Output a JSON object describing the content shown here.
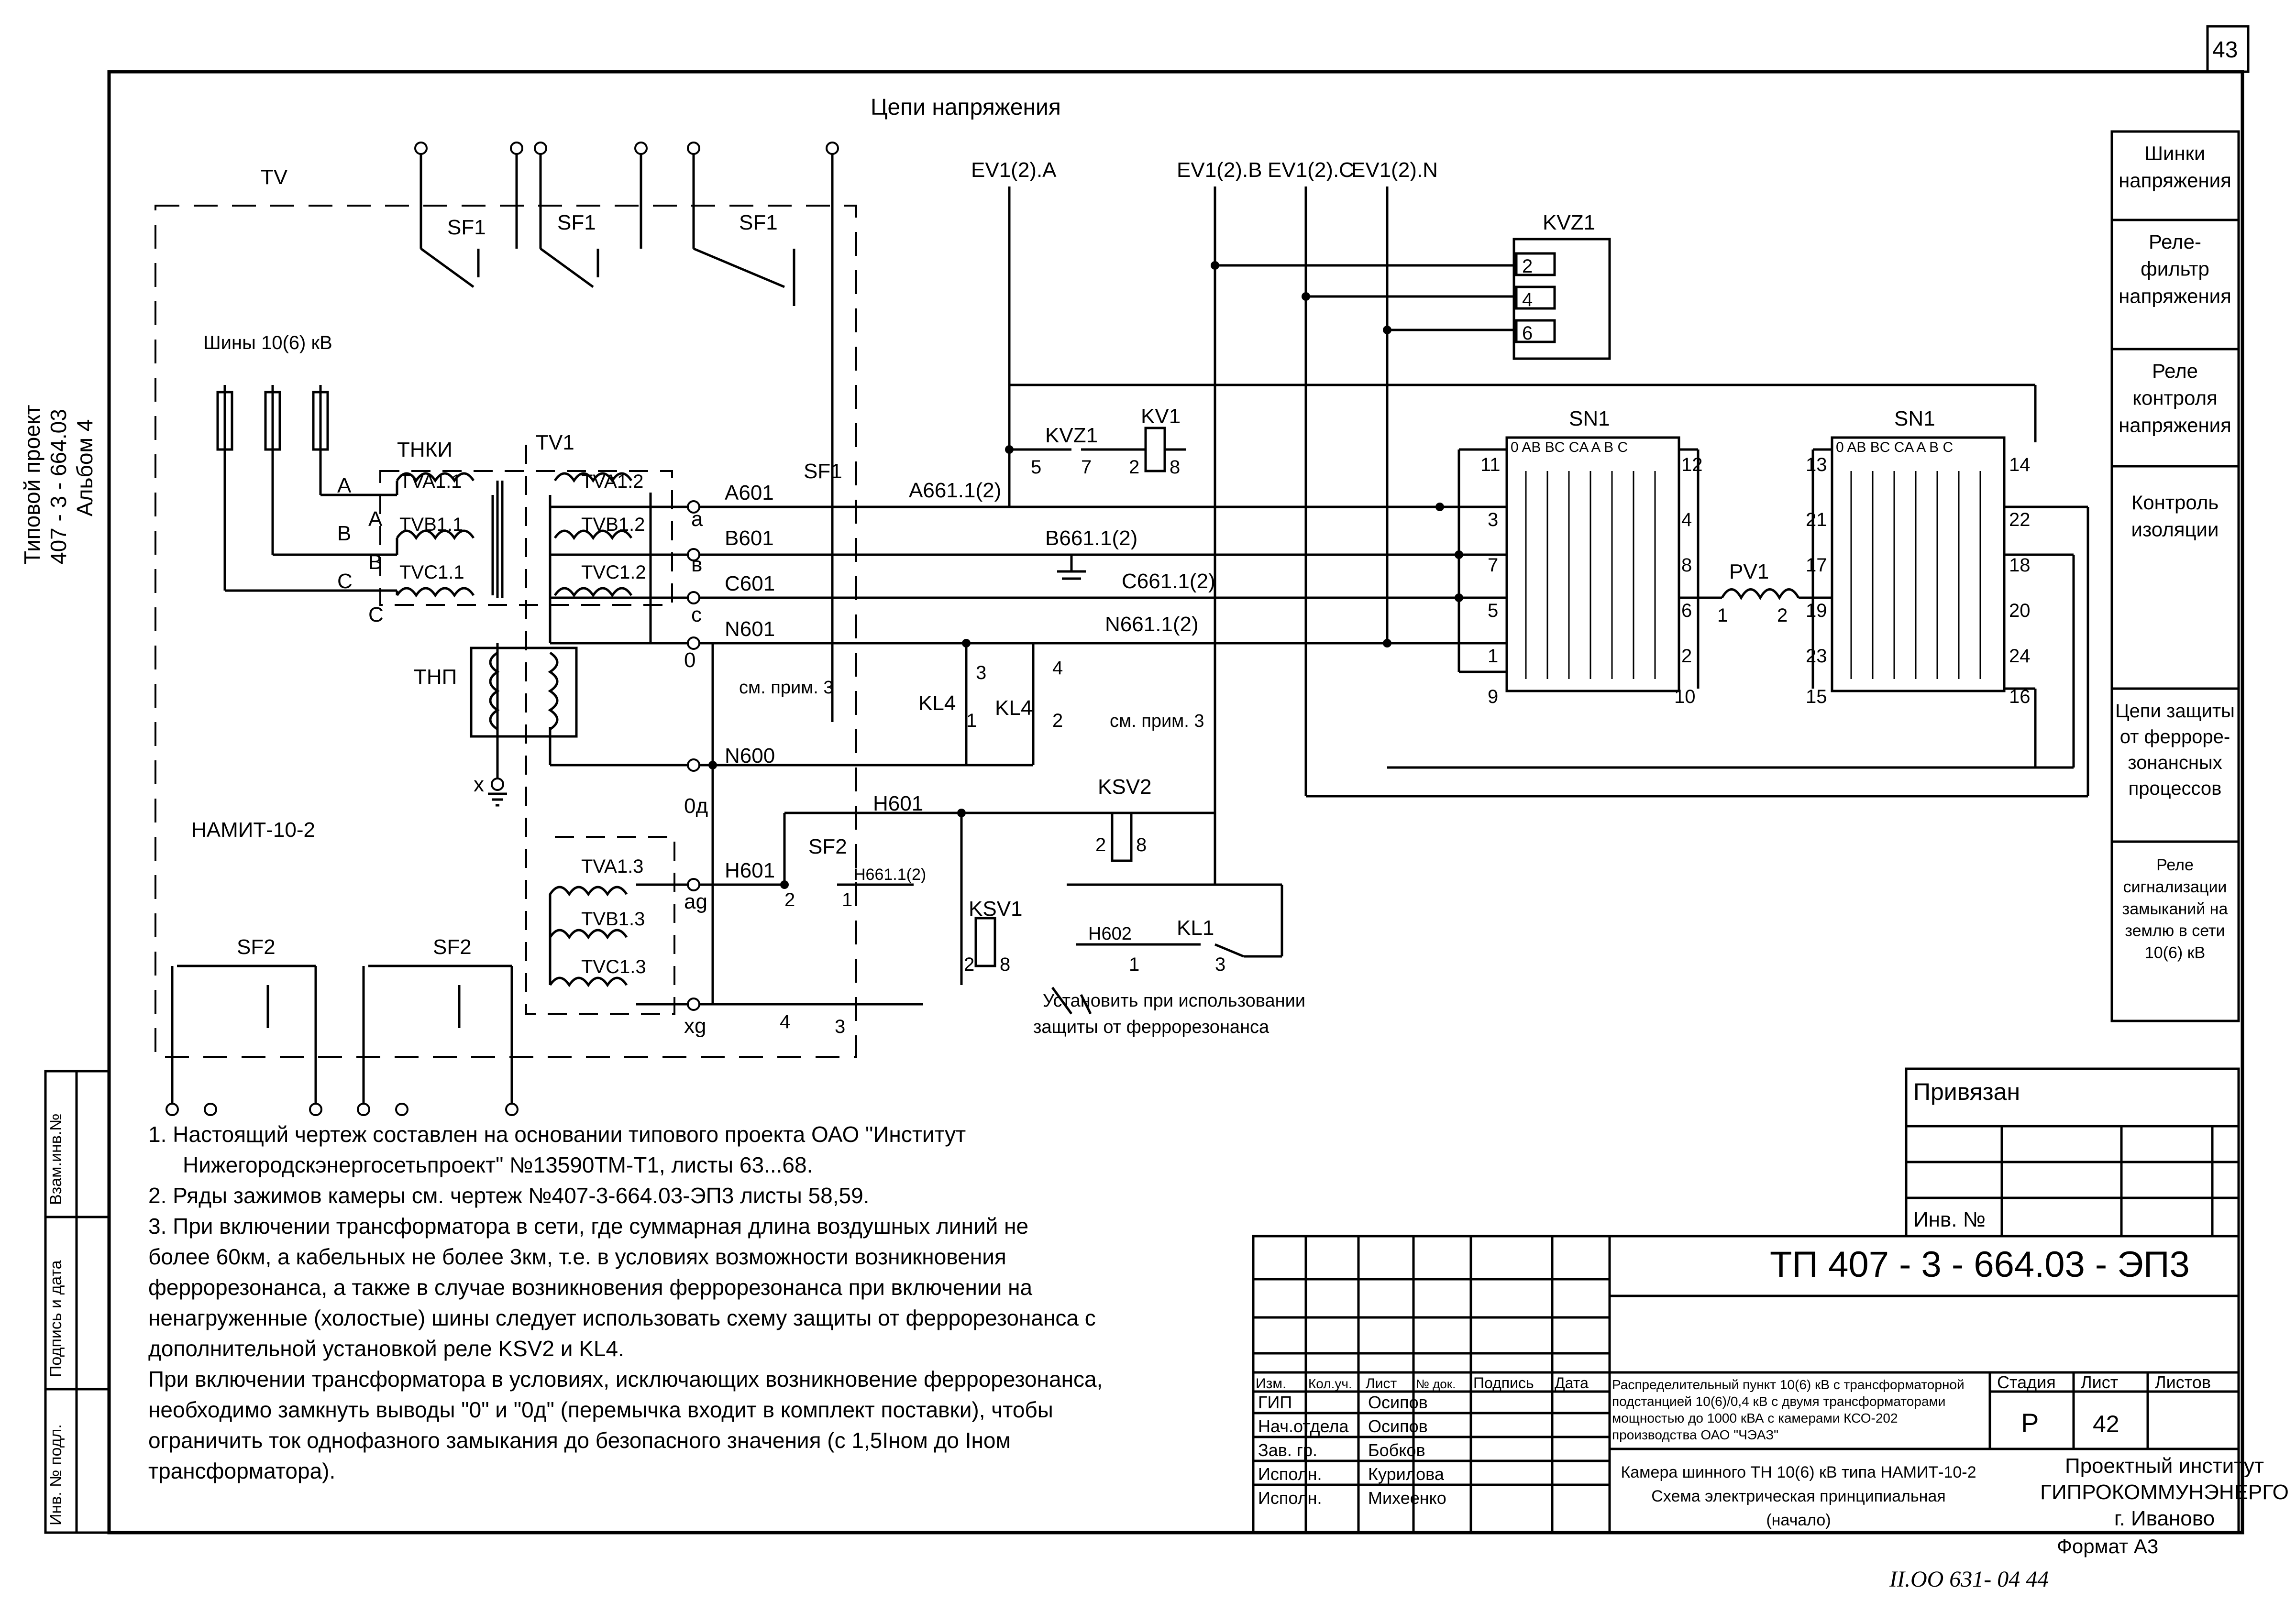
{
  "sheet_number": "43",
  "side": {
    "project_line1": "Типовой проект",
    "project_line2": "407 - 3 - 664.03",
    "project_line3": "Альбом 4",
    "vzam": "Взам.инв.№",
    "podpis": "Подпись и дата",
    "inv_podl": "Инв. № подл."
  },
  "diagram": {
    "title": "Цепи напряжения",
    "labels": {
      "tv": "TV",
      "shiny": "Шины 10(6) кВ",
      "thki": "ТНКИ",
      "tv1": "TV1",
      "thp": "ТНП",
      "namit": "НАМИТ-10-2",
      "sf1": "SF1",
      "sf2": "SF2",
      "tva11": "TVA1.1",
      "tvb11": "TVB1.1",
      "tvc11": "TVC1.1",
      "tva12": "TVA1.2",
      "tvb12": "TVB1.2",
      "tvc12": "TVC1.2",
      "tva13": "TVA1.3",
      "tvb13": "TVB1.3",
      "tvc13": "TVC1.3",
      "a": "A",
      "b": "B",
      "c": "C",
      "a_low": "а",
      "b_low": "в",
      "c_low": "с",
      "zero": "0",
      "zero_d": "0д",
      "ag": "ag",
      "xg": "xg",
      "x": "x",
      "a601": "A601",
      "b601": "B601",
      "c601": "C601",
      "n601": "N601",
      "n600": "N600",
      "h601": "H601",
      "h602": "H602",
      "h6611": "H661.1(2)",
      "a6611": "A661.1(2)",
      "b6611": "B661.1(2)",
      "c6611": "C661.1(2)",
      "n6611": "N661.1(2)",
      "ev1a": "EV1(2).A",
      "ev1b": "EV1(2).B",
      "ev1c": "EV1(2).C",
      "ev1n": "EV1(2).N",
      "kvz1": "KVZ1",
      "kv1": "KV1",
      "sn1": "SN1",
      "pv1": "PV1",
      "kl4": "KL4",
      "kl1": "KL1",
      "ksv1": "KSV1",
      "ksv2": "KSV2",
      "sm_prim": "см. прим. 3",
      "install1": "Установить при использовании",
      "install2": "защиты от феррорезонанса",
      "sn_header": "0  AB BC CA  A  B  C",
      "n2": "2",
      "n4": "4",
      "n6": "6",
      "n5": "5",
      "n7": "7",
      "n8": "8",
      "n1": "1",
      "n3": "3",
      "n11": "11",
      "n12": "12",
      "n9": "9",
      "n10": "10",
      "n13": "13",
      "n14": "14",
      "n15": "15",
      "n16": "16",
      "n17": "17",
      "n18": "18",
      "n19": "19",
      "n20": "20",
      "n21": "21",
      "n22": "22",
      "n23": "23",
      "n24": "24"
    }
  },
  "legend": [
    "Шинки напряжения",
    "Реле-фильтр напряжения",
    "Реле контроля напряжения",
    "Контроль изоляции",
    "Цепи защиты от феррорезонансных процессов",
    "Реле сигнализации замыканий на землю в сети 10(6) кВ"
  ],
  "legend_lines": [
    [
      "Шинки",
      "напряжения"
    ],
    [
      "Реле-",
      "фильтр",
      "напряжения"
    ],
    [
      "Реле",
      "контроля",
      "напряжения"
    ],
    [
      "Контроль",
      "изоляции"
    ],
    [
      "Цепи защиты",
      "от ферроре-",
      "зонансных",
      "процессов"
    ],
    [
      "Реле",
      "сигнализации",
      "замыканий на",
      "землю в сети",
      "10(6) кВ"
    ]
  ],
  "notes": [
    "1.  Настоящий чертеж составлен на основании типового проекта ОАО \"Институт",
    "Нижегородскэнергосетьпроект\"   №13590ТМ-Т1, листы 63...68.",
    "2.  Ряды зажимов камеры см. чертеж №407-3-664.03-ЭП3 листы  58,59.",
    "3.  При включении трансформатора в сети, где суммарная длина воздушных линий не",
    "более 60км, а кабельных не более 3км, т.е. в условиях  возможности возникновения",
    "феррорезонанса, а также в случае возникновения феррорезонанса при включении на",
    "ненагруженные (холостые) шины следует использовать схему защиты от феррорезонанса с",
    "дополнительной установкой реле KSV2 и KL4.",
    "При включении трансформатора в условиях, исключающих возникновение феррорезонанса,",
    "необходимо замкнуть выводы \"0\" и \"0д\" (перемычка входит в комплект поставки), чтобы",
    "ограничить ток однофазного замыкания до безопасного значения (с 1,5Iном до Iном",
    "трансформатора)."
  ],
  "stamp": {
    "privyazan": "Привязан",
    "inv": "Инв. №",
    "code": "ТП  407 - 3 - 664.03 - ЭП3",
    "headers": [
      "Изм.",
      "Кол.уч.",
      "Лист",
      "№ док.",
      "Подпись",
      "Дата"
    ],
    "rows": [
      {
        "role": "ГИП",
        "name": "Осипов"
      },
      {
        "role": "Нач.отдела",
        "name": "Осипов"
      },
      {
        "role": "Зав. гр.",
        "name": "Бобков"
      },
      {
        "role": "Исполн.",
        "name": "Курилова"
      },
      {
        "role": "Исполн.",
        "name": "Михеенко"
      }
    ],
    "desc1": "Распределительный пункт 10(6) кВ с трансформаторной",
    "desc2": "подстанцией 10(6)/0,4 кВ с двумя трансформаторами",
    "desc3": "мощностью до 1000 кВА с камерами КСО-202",
    "desc4": "производства ОАО \"ЧЭАЗ\"",
    "title1": "Камера шинного ТН 10(6) кВ типа НАМИТ-10-2",
    "title2": "Схема электрическая принципиальная",
    "title3": "(начало)",
    "stadia_h": "Стадия",
    "list_h": "Лист",
    "listov_h": "Листов",
    "stadia": "Р",
    "list": "42",
    "org1": "Проектный институт",
    "org2": "ГИПРОКОММУНЭНЕРГО",
    "org3": "г. Иваново"
  },
  "format": "Формат А3",
  "handwritten": "II.OO 631- 04     44"
}
